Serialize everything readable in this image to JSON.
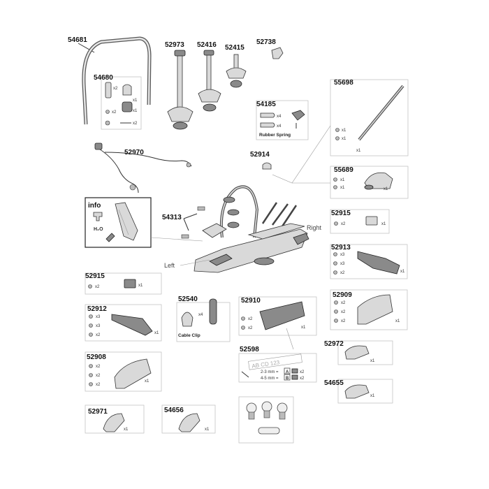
{
  "part_numbers": {
    "p54681": "54681",
    "p54680": "54680",
    "p52973": "52973",
    "p52416": "52416",
    "p52415": "52415",
    "p52738": "52738",
    "p55698": "55698",
    "p54185": "54185",
    "p52970": "52970",
    "p52914": "52914",
    "p55689": "55689",
    "p54313": "54313",
    "p52915a": "52915",
    "p52913": "52913",
    "p52915b": "52915",
    "p52909": "52909",
    "p52912": "52912",
    "p52540": "52540",
    "p52910": "52910",
    "p52972": "52972",
    "p52598": "52598",
    "p52908": "52908",
    "p54655": "54655",
    "p52971": "52971",
    "p54656": "54656"
  },
  "quantities": {
    "x1": "x1",
    "x2": "x2",
    "x3": "x3",
    "x4": "x4"
  },
  "captions": {
    "info": "info",
    "h2o": "H₂O",
    "rubber_spring": "Rubber Spring",
    "cable_clip": "Cable Clip",
    "plate_text": "AB CD 123",
    "spacer_a": "2-3 mm =",
    "spacer_b": "4-5 mm =",
    "label_a": "A",
    "label_b": "B"
  },
  "sides": {
    "left": "Left",
    "right": "Right"
  },
  "colors": {
    "box_border": "#c4c4c4",
    "part_fill": "#d9d9d9",
    "part_dark": "#8a8a8a",
    "info_border": "#222222"
  }
}
